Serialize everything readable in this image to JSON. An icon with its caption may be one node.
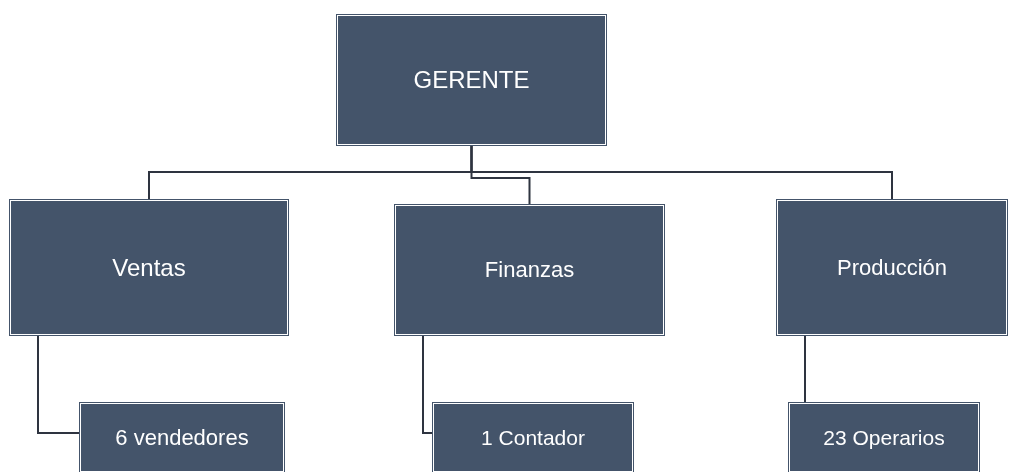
{
  "diagram": {
    "nodes": [
      {
        "text": [
          "GERENTE"
        ]
      },
      {
        "text": [
          "Ventas"
        ]
      },
      {
        "text": [
          "Finanzas"
        ]
      },
      {
        "text": [
          "Producción"
        ]
      },
      {
        "text": [
          "6 vendedores"
        ]
      },
      {
        "text": [
          "1 Contador"
        ]
      },
      {
        "text": [
          "23 Operarios"
        ]
      }
    ],
    "edges": [
      {
        "from": 0,
        "to": 1,
        "arrow": "none"
      },
      {
        "from": 0,
        "to": 2,
        "arrow": "none"
      },
      {
        "from": 0,
        "to": 3,
        "arrow": "none"
      },
      {
        "from": 1,
        "to": 4,
        "arrow": "none"
      },
      {
        "from": 2,
        "to": 5,
        "arrow": "none"
      },
      {
        "from": 3,
        "to": 6,
        "arrow": "none"
      }
    ]
  }
}
